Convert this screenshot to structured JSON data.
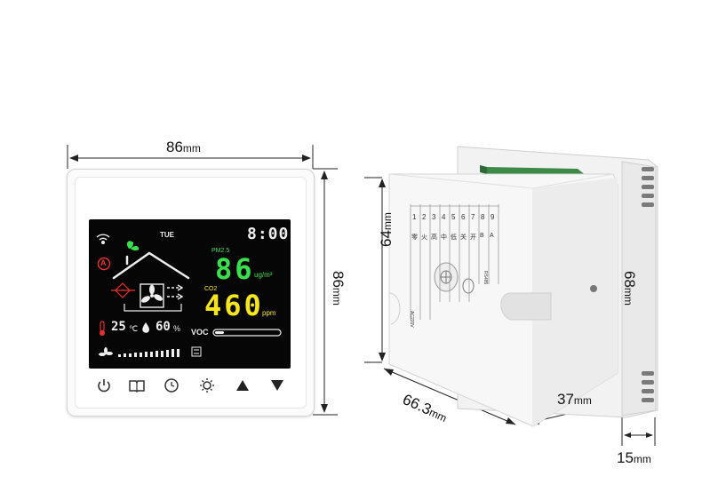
{
  "dimensions": {
    "width": {
      "value": "86",
      "unit": "mm"
    },
    "height_front": {
      "value": "86",
      "unit": "mm"
    },
    "height_back": {
      "value": "64",
      "unit": "mm"
    },
    "depth_diag": {
      "value": "66.3",
      "unit": "mm"
    },
    "height_side": {
      "value": "68",
      "unit": "mm"
    },
    "depth_total": {
      "value": "37",
      "unit": "mm"
    },
    "depth_front": {
      "value": "15",
      "unit": "mm"
    }
  },
  "screen": {
    "day": "TUE",
    "time": "8:00",
    "pm25_label": "PM2.5",
    "pm25_value": "86",
    "pm25_unit": "ug/m³",
    "co2_label": "CO2",
    "co2_value": "460",
    "co2_unit": "ppm",
    "temperature": "25",
    "temperature_unit": "℃",
    "humidity": "60",
    "humidity_unit": "%",
    "voc_label": "VOC",
    "mode_badge": "A"
  },
  "terminals": {
    "numbers": [
      "1",
      "2",
      "3",
      "4",
      "5",
      "6",
      "7",
      "8",
      "9"
    ],
    "labels": [
      "零",
      "火",
      "高",
      "中",
      "低",
      "关",
      "开",
      "B",
      "A"
    ],
    "ac_label": "AC220V",
    "rs_label": "RS485"
  },
  "colors": {
    "pm_green": "#39e04c",
    "co2_yellow": "#f5e51a",
    "screen_bg": "#060606",
    "red_icon": "#e8322b"
  }
}
